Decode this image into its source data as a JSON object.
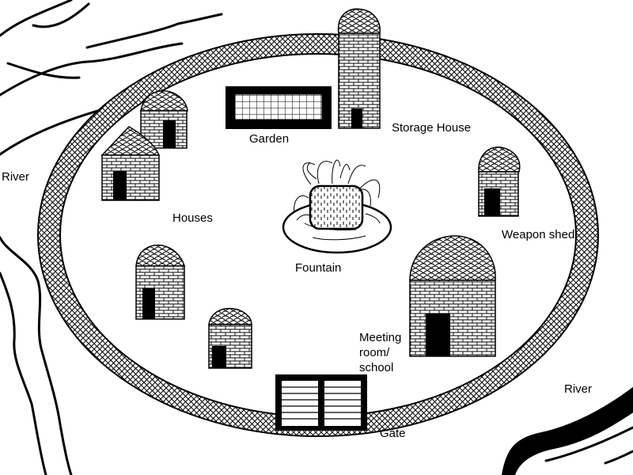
{
  "labels": {
    "river_left": "River",
    "river_right": "River",
    "garden": "Garden",
    "storage_house": "Storage House",
    "houses": "Houses",
    "fountain": "Fountain",
    "weapon_shed": "Weapon shed",
    "meeting_line1": "Meeting",
    "meeting_line2": "room/",
    "meeting_line3": "school",
    "gate": "Gate"
  }
}
